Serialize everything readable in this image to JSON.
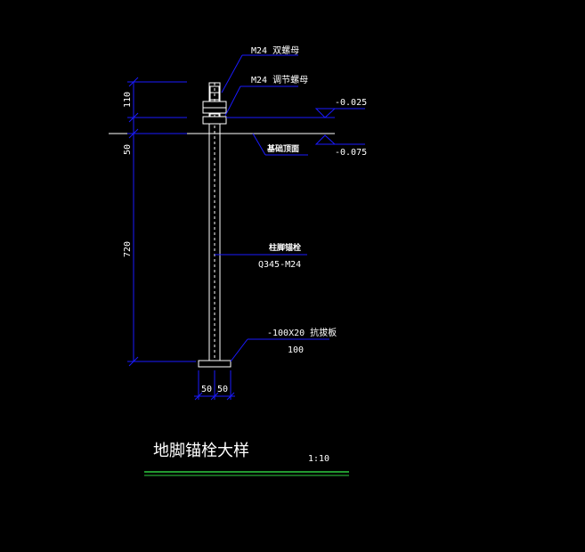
{
  "drawing": {
    "title": "地脚锚栓大样",
    "scale": "1:10",
    "colors": {
      "background": "#000000",
      "dimension": "#1a1aff",
      "outline": "#ffffff",
      "title_line": "#2ecc40"
    },
    "labels": {
      "double_nut": "M24 双螺母",
      "adjust_nut": "M24 调节螺母",
      "elev_top": "-0.025",
      "base_top": "基础顶面",
      "elev_bottom": "-0.075",
      "anchor_bolt": "柱脚锚栓",
      "bolt_spec": "Q345-M24",
      "plate_spec": "-100X20 抗拔板",
      "plate_width": "100"
    },
    "dimensions": {
      "upper": "110",
      "middle": "50",
      "lower": "720",
      "half_left": "50",
      "half_right": "50"
    }
  }
}
